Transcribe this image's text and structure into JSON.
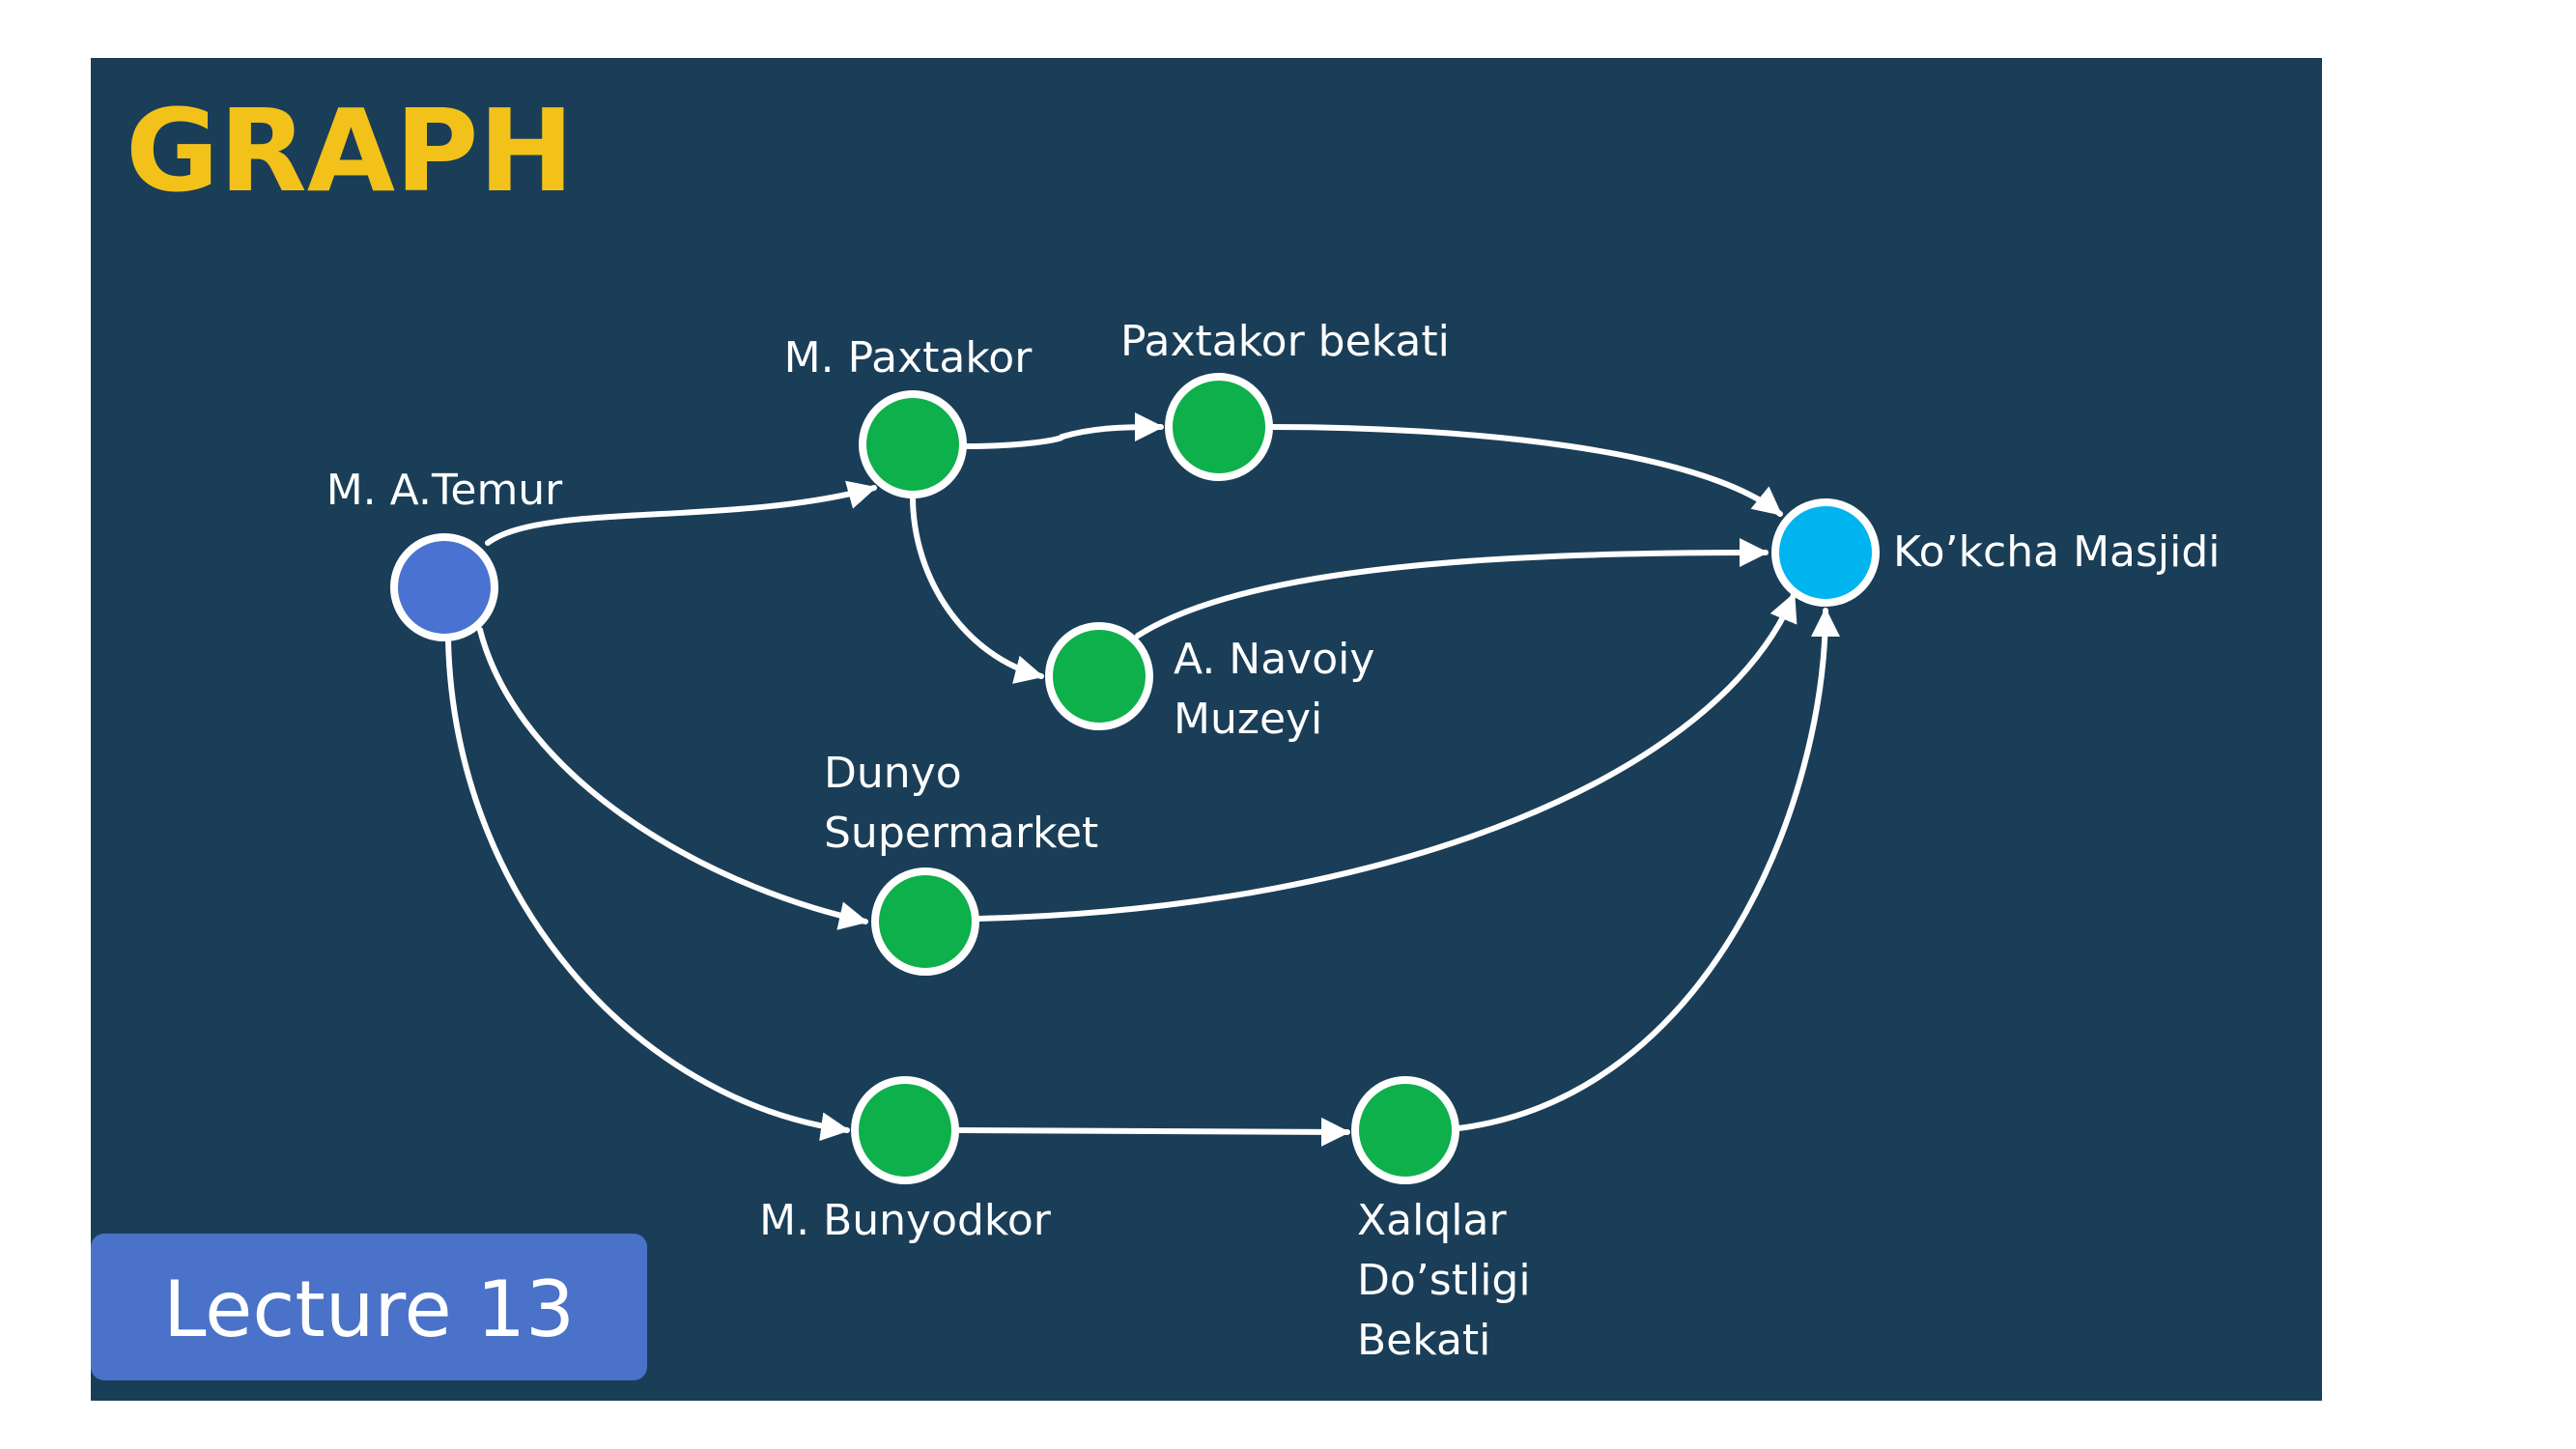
{
  "slide": {
    "title": "GRAPH",
    "badge": "Lecture 13"
  },
  "colors": {
    "background": "#1a3e58",
    "title": "#f2c21a",
    "start_node": "#4a72d2",
    "intermediate_node": "#0db04b",
    "end_node": "#00b4f0",
    "edge": "#ffffff",
    "badge": "#4a72c8"
  },
  "graph": {
    "nodes": [
      {
        "id": "atemur",
        "label": [
          "M. A.Temur"
        ],
        "role": "start"
      },
      {
        "id": "mpaxtakor",
        "label": [
          "M. Paxtakor"
        ],
        "role": "intermediate"
      },
      {
        "id": "pbekati",
        "label": [
          "Paxtakor bekati"
        ],
        "role": "intermediate"
      },
      {
        "id": "navoiy",
        "label": [
          "A. Navoiy",
          "Muzeyi"
        ],
        "role": "intermediate"
      },
      {
        "id": "dunyo",
        "label": [
          "Dunyo",
          "Supermarket"
        ],
        "role": "intermediate"
      },
      {
        "id": "bunyodkor",
        "label": [
          "M. Bunyodkor"
        ],
        "role": "intermediate"
      },
      {
        "id": "xalqlar",
        "label": [
          "Xalqlar",
          "Do’stligi",
          "Bekati"
        ],
        "role": "intermediate"
      },
      {
        "id": "masjid",
        "label": [
          "Ko’kcha Masjidi"
        ],
        "role": "end"
      }
    ],
    "edges": [
      {
        "from": "atemur",
        "to": "mpaxtakor"
      },
      {
        "from": "atemur",
        "to": "dunyo"
      },
      {
        "from": "atemur",
        "to": "bunyodkor"
      },
      {
        "from": "mpaxtakor",
        "to": "pbekati"
      },
      {
        "from": "mpaxtakor",
        "to": "navoiy"
      },
      {
        "from": "pbekati",
        "to": "masjid"
      },
      {
        "from": "navoiy",
        "to": "masjid"
      },
      {
        "from": "dunyo",
        "to": "masjid"
      },
      {
        "from": "bunyodkor",
        "to": "xalqlar"
      },
      {
        "from": "xalqlar",
        "to": "masjid"
      }
    ]
  }
}
